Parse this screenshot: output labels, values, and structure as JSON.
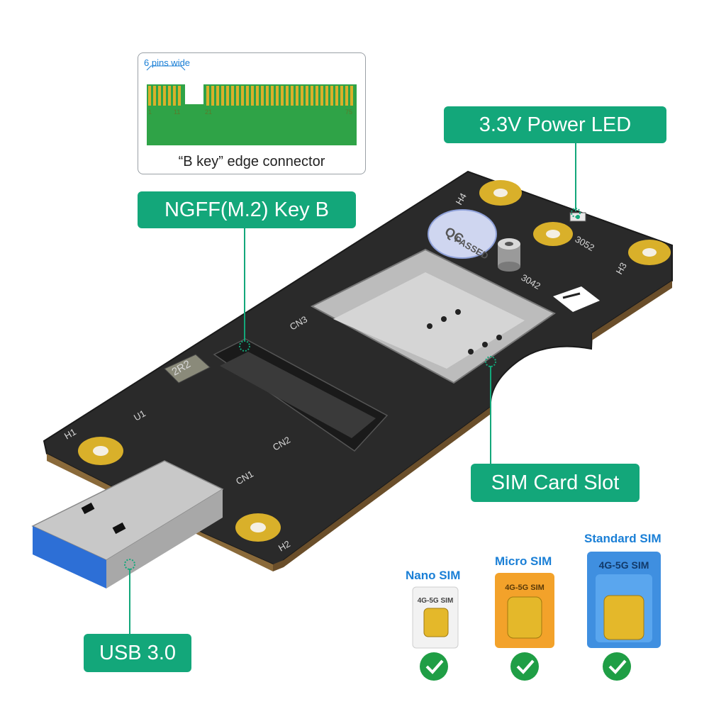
{
  "inset": {
    "hint": "6 pins wide",
    "pins": [
      "1",
      "11",
      "21",
      "75"
    ],
    "caption": "“B key” edge connector"
  },
  "labels": {
    "ngff": "NGFF(M.2) Key B",
    "led": "3.3V  Power  LED",
    "sim_slot": "SIM Card Slot",
    "usb": "USB 3.0"
  },
  "board": {
    "silk": {
      "h1": "H1",
      "h2": "H2",
      "h3": "H3",
      "h4": "H4",
      "cn1": "CN1",
      "cn2": "CN2",
      "cn3": "CN3",
      "u1": "U1",
      "inductor": "2R2",
      "size_3042": "3042",
      "size_3052": "3052",
      "qc_top": "QC",
      "qc_bottom": "PASSED"
    }
  },
  "sims": {
    "nano": {
      "title": "Nano SIM",
      "card_text": "4G-5G SIM"
    },
    "micro": {
      "title": "Micro SIM",
      "card_text": "4G-5G SIM"
    },
    "standard": {
      "title": "Standard SIM",
      "card_text": "4G-5G SIM"
    }
  },
  "colors": {
    "accent_green": "#13a77a",
    "pcb_black": "#1c1c1c",
    "gold": "#d9b02a",
    "sim_blue": "#1a7fd6",
    "check_green": "#1f9e45"
  }
}
